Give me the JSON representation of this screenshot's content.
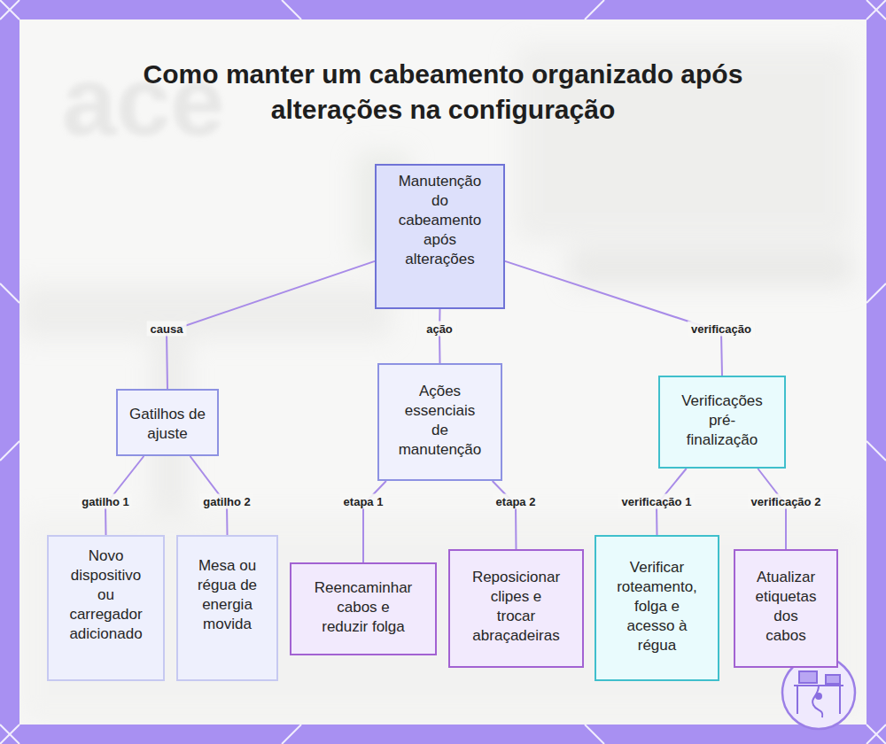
{
  "diagram": {
    "title": "Como manter um cabeamento organizado após alterações na configuração",
    "nodes": [
      {
        "text": [
          "Manutenção do cabeamento após alterações"
        ]
      },
      {
        "text": [
          "Gatilhos de ajuste"
        ]
      },
      {
        "text": [
          "Ações essenciais de manutenção"
        ]
      },
      {
        "text": [
          "Verificações pré-finalização"
        ]
      },
      {
        "text": [
          "Novo dispositivo ou carregador adicionado"
        ]
      },
      {
        "text": [
          "Mesa ou régua de energia movida"
        ]
      },
      {
        "text": [
          "Reencaminhar cabos e reduzir folga"
        ]
      },
      {
        "text": [
          "Reposicionar clipes e trocar abraçadeiras"
        ]
      },
      {
        "text": [
          "Verificar roteamento, folga e acesso à régua"
        ]
      },
      {
        "text": [
          "Atualizar etiquetas dos cabos"
        ]
      }
    ],
    "edges": [
      {
        "from": 0,
        "to": 1,
        "label": "causa",
        "arrow": "none"
      },
      {
        "from": 0,
        "to": 2,
        "label": "ação",
        "arrow": "none"
      },
      {
        "from": 0,
        "to": 3,
        "label": "verificação",
        "arrow": "none"
      },
      {
        "from": 1,
        "to": 4,
        "label": "gatilho 1",
        "arrow": "none"
      },
      {
        "from": 1,
        "to": 5,
        "label": "gatilho 2",
        "arrow": "none"
      },
      {
        "from": 2,
        "to": 6,
        "label": "etapa 1",
        "arrow": "none"
      },
      {
        "from": 2,
        "to": 7,
        "label": "etapa 2",
        "arrow": "none"
      },
      {
        "from": 3,
        "to": 8,
        "label": "verificação 1",
        "arrow": "none"
      },
      {
        "from": 3,
        "to": 9,
        "label": "verificação 2",
        "arrow": "none"
      }
    ],
    "labels": [
      "ace"
    ]
  }
}
